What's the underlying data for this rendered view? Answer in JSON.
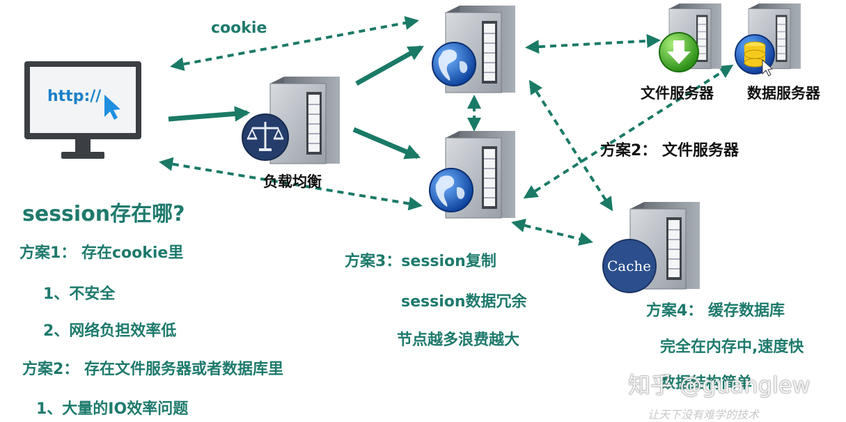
{
  "labels": {
    "cookie": "cookie",
    "load_balancer": "负载均衡",
    "file_server": "文件服务器",
    "data_server": "数据服务器",
    "scheme2_top": "方案2：  文件服务器",
    "http": "http://",
    "cache": "Cache"
  },
  "left_notes": {
    "question": "session存在哪?",
    "scheme1": "方案1：  存在cookie里",
    "scheme1_item1": "1、不安全",
    "scheme1_item2": "2、网络负担效率低",
    "scheme2": "方案2：  存在文件服务器或者数据库里",
    "scheme2_item1": "1、大量的IO效率问题"
  },
  "middle_notes": {
    "scheme3": "方案3：session复制",
    "line1": "session数据冗余",
    "line2": "节点越多浪费越大"
  },
  "right_notes": {
    "scheme4": "方案4：  缓存数据库",
    "line1": "完全在内存中,速度快",
    "line2": "数据结构简单"
  },
  "watermark": "知乎 @guanglew",
  "credit": "让天下没有难学的技术",
  "colors": {
    "teal": "#1e7a6c",
    "arrow": "#1a7a66",
    "server_body": "#8d949e",
    "cache_circle": "#2b4e8c"
  },
  "icons": [
    "monitor-icon",
    "cursor-icon",
    "scales-icon",
    "globe-icon",
    "download-icon",
    "database-icon",
    "cache-icon"
  ]
}
